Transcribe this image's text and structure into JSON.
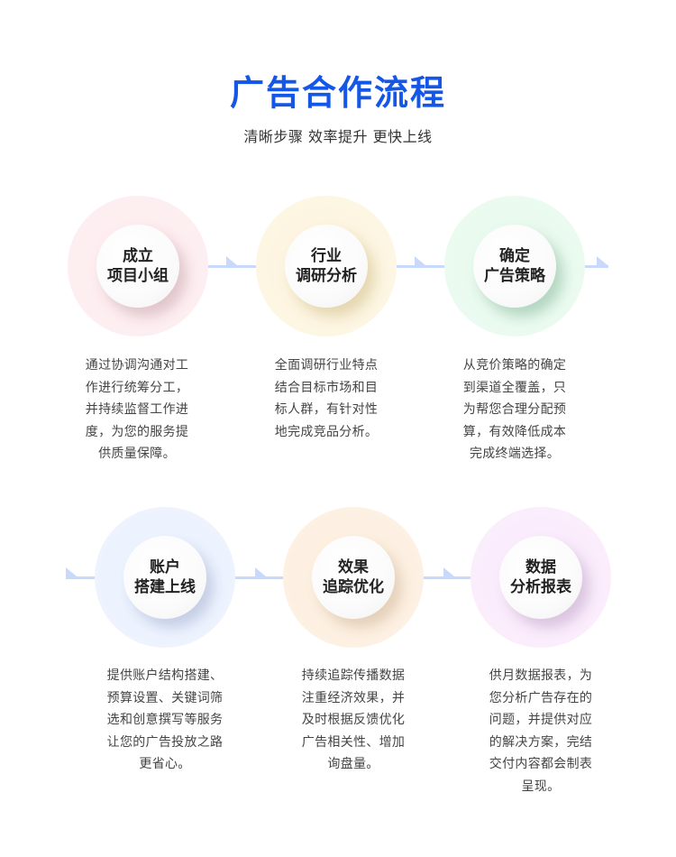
{
  "header": {
    "title": "广告合作流程",
    "subtitle": "清晰步骤 效率提升 更快上线"
  },
  "colors": {
    "title": "#1456e6",
    "connector": "#c9d9fb"
  },
  "steps": [
    {
      "title_line1": "成立",
      "title_line2": "项目小组",
      "ring_color": "#fdeef0",
      "desc": [
        "通过协调沟通对工",
        "作进行统筹分工，",
        "并持续监督工作进",
        "度，为您的服务提",
        "供质量保障。"
      ]
    },
    {
      "title_line1": "行业",
      "title_line2": "调研分析",
      "ring_color": "#fdf6e2",
      "desc": [
        "全面调研行业特点",
        "结合目标市场和目",
        "标人群，有针对性",
        "地完成竞品分析。"
      ]
    },
    {
      "title_line1": "确定",
      "title_line2": "广告策略",
      "ring_color": "#e9fbef",
      "desc": [
        "从竞价策略的确定",
        "到渠道全覆盖，只",
        "为帮您合理分配预",
        "算，有效降低成本",
        "完成终端选择。"
      ]
    },
    {
      "title_line1": "账户",
      "title_line2": "搭建上线",
      "ring_color": "#edf3fe",
      "desc": [
        "提供账户结构搭建、",
        "预算设置、关键词筛",
        "选和创意撰写等服务",
        "让您的广告投放之路",
        "更省心。"
      ]
    },
    {
      "title_line1": "效果",
      "title_line2": "追踪优化",
      "ring_color": "#fdf0e2",
      "desc": [
        "持续追踪传播数据",
        "注重经济效果，并",
        "及时根据反馈优化",
        "广告相关性、增加",
        "询盘量。"
      ]
    },
    {
      "title_line1": "数据",
      "title_line2": "分析报表",
      "ring_color": "#fbeefc",
      "desc": [
        "供月数据报表，为",
        "您分析广告存在的",
        "问题，并提供对应",
        "的解决方案，完结",
        "交付内容都会制表",
        "呈现。"
      ]
    }
  ]
}
